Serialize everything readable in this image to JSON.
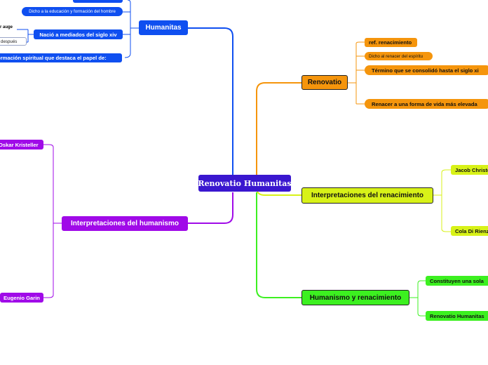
{
  "center": {
    "label": "Renovatio Humanitas"
  },
  "branches": {
    "humanitas": {
      "label": "Humanitas",
      "items": [
        "Dicho a la educación y formación del hombre",
        "Nació a mediados del siglo xiv",
        "ormación spiritual que destaca el papel de:"
      ],
      "sub_items": [
        "r auge",
        "después"
      ]
    },
    "renovatio": {
      "label": "Renovatio",
      "items": [
        "ref. renacimiento",
        "Dicho al renacer del espíritu",
        "Término que se consolidó hasta el siglo xi",
        "Renacer a una forma de vida más elevada"
      ]
    },
    "interpretaciones_renacimiento": {
      "label": "Interpretaciones del renacimiento",
      "items": [
        "Jacob Christo",
        "Cola Di Rienz"
      ]
    },
    "humanismo_renacimiento": {
      "label": "Humanismo y renacimiento",
      "items": [
        "Constituyen una sola",
        "Renovatio Humanitas"
      ]
    },
    "interpretaciones_humanismo": {
      "label": "Interpretaciones del humanismo",
      "items": [
        "Oskar Kristeller",
        "Eugenio Garin"
      ]
    }
  },
  "colors": {
    "center": "#3a17cf",
    "humanitas": "#0f4ff0",
    "renovatio": "#f5950c",
    "renacimiento": "#d8f218",
    "humanismo_renacimiento": "#3cf020",
    "humanismo": "#a00ae8"
  }
}
